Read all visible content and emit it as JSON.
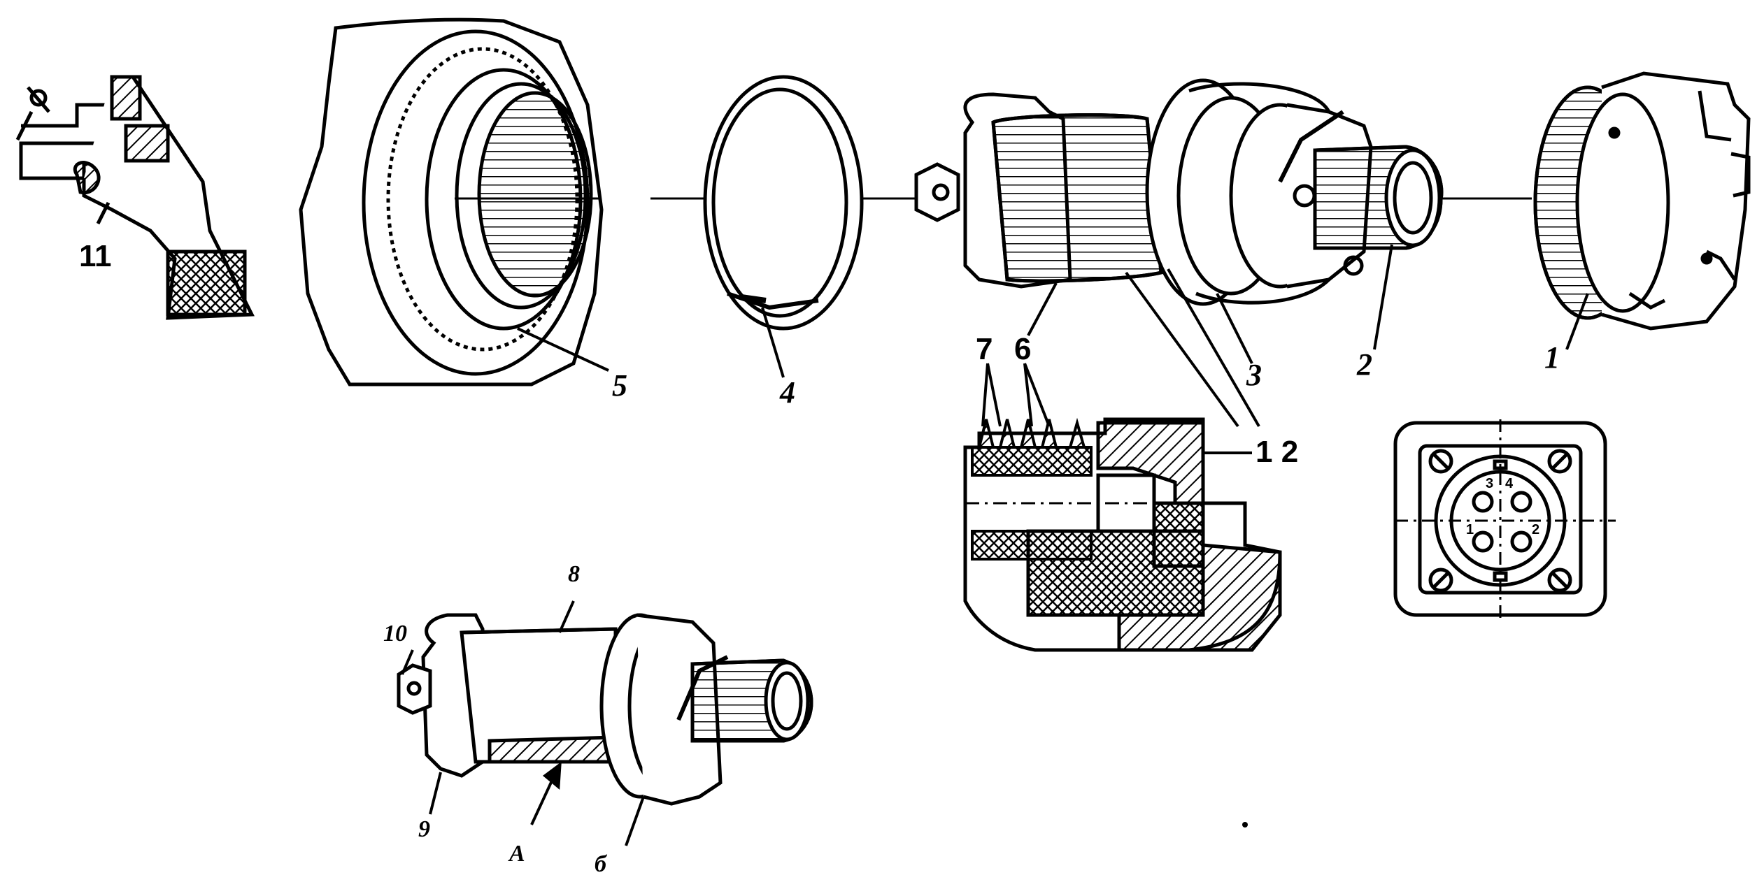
{
  "labels": {
    "l11": "11",
    "l5": "5",
    "l4": "4",
    "l3": "3",
    "l2": "2",
    "l1": "1",
    "l7": "7",
    "l6": "6",
    "l12": "1 2",
    "l8": "8",
    "l10": "10",
    "l9": "9",
    "lA": "A",
    "l6b": "б"
  },
  "connector_face": {
    "pin_labels": [
      "3",
      "4",
      "1",
      "2"
    ]
  }
}
